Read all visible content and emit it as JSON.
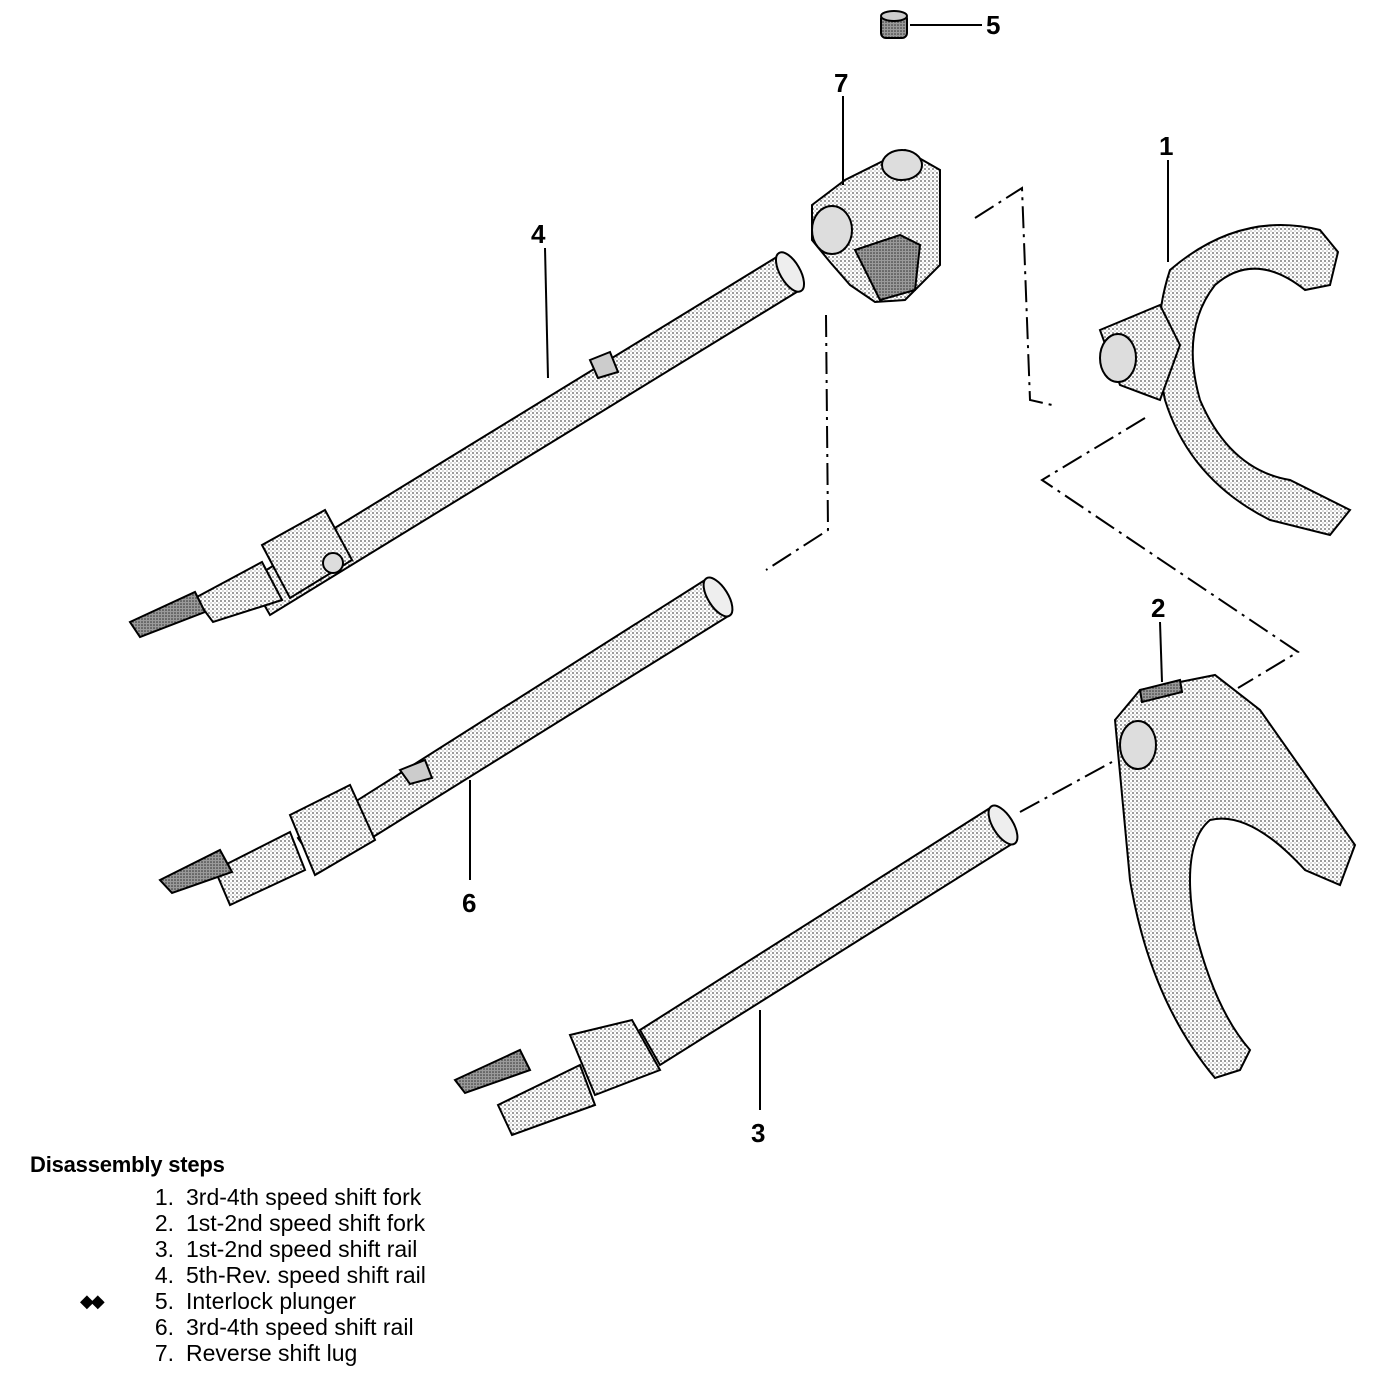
{
  "diagram": {
    "callouts": [
      "1",
      "2",
      "3",
      "4",
      "5",
      "6",
      "7"
    ]
  },
  "steps": {
    "title": "Disassembly steps",
    "marker_symbol": "◆◆",
    "items": [
      {
        "num": "1.",
        "label": "3rd-4th speed shift fork",
        "marker": ""
      },
      {
        "num": "2.",
        "label": "1st-2nd speed shift fork",
        "marker": ""
      },
      {
        "num": "3.",
        "label": "1st-2nd speed shift rail",
        "marker": ""
      },
      {
        "num": "4.",
        "label": "5th-Rev. speed shift rail",
        "marker": ""
      },
      {
        "num": "5.",
        "label": "Interlock plunger",
        "marker": "◆◆"
      },
      {
        "num": "6.",
        "label": "3rd-4th speed shift rail",
        "marker": ""
      },
      {
        "num": "7.",
        "label": "Reverse shift lug",
        "marker": ""
      }
    ]
  }
}
